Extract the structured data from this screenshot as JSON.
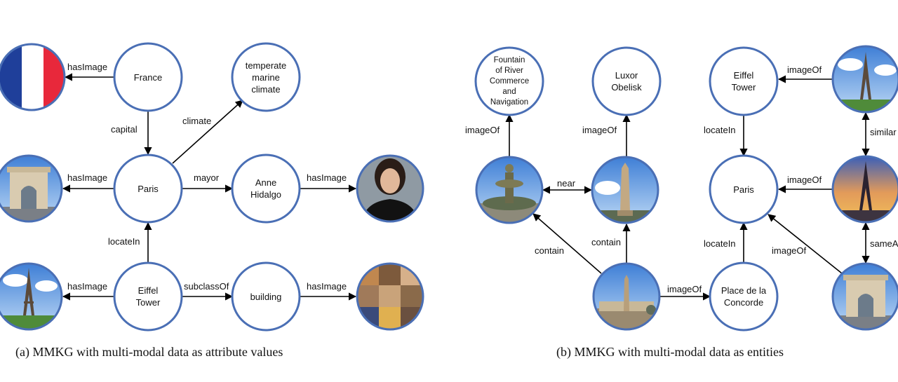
{
  "panel_a": {
    "caption": "(a) MMKG with multi-modal data as attribute values",
    "nodes": {
      "france": [
        "France"
      ],
      "climate": [
        "temperate",
        "marine",
        "climate"
      ],
      "paris": [
        "Paris"
      ],
      "anne": [
        "Anne",
        "Hidalgo"
      ],
      "eiffel": [
        "Eiffel",
        "Tower"
      ],
      "building": [
        "building"
      ]
    },
    "images": {
      "flag": "french-flag",
      "arc": "arc-de-triomphe-photo",
      "anne_photo": "portrait-photo",
      "eiffel_photo": "eiffel-tower-photo",
      "collage": "building-collage-photo"
    },
    "edges": {
      "france_flag": "hasImage",
      "france_paris": "capital",
      "paris_climate": "climate",
      "paris_arc": "hasImage",
      "paris_anne": "mayor",
      "anne_photo": "hasImage",
      "eiffel_paris": "locateIn",
      "eiffel_photo": "hasImage",
      "eiffel_building": "subclassOf",
      "building_collage": "hasImage"
    }
  },
  "panel_b": {
    "caption": "(b) MMKG with multi-modal data as entities",
    "nodes": {
      "fountain": [
        "Fountain",
        "of River",
        "Commerce",
        "and",
        "Navigation"
      ],
      "luxor": [
        "Luxor",
        "Obelisk"
      ],
      "eiffel": [
        "Eiffel",
        "Tower"
      ],
      "paris": [
        "Paris"
      ],
      "concorde": [
        "Place de la",
        "Concorde"
      ]
    },
    "images": {
      "fountain_img": "fountain-photo",
      "obelisk_img": "obelisk-photo",
      "concorde_img": "concorde-square-photo",
      "eiffel_img1": "eiffel-tower-day-photo",
      "eiffel_img2": "eiffel-tower-sunset-photo",
      "arc_img": "arc-de-triomphe-photo"
    },
    "edges": {
      "fountain_img_fountain": "imageOf",
      "obelisk_img_luxor": "imageOf",
      "near": "near",
      "concorde_fountain": "contain",
      "concorde_obelisk": "contain",
      "concorde_img_concorde": "imageOf",
      "concorde_paris": "locateIn",
      "eiffel_paris": "locateIn",
      "eiffel_img1_eiffel": "imageOf",
      "eiffel_img2_paris": "imageOf",
      "arc_paris": "imageOf",
      "similar": "similar",
      "sameAs": "sameA"
    }
  },
  "colors": {
    "node_stroke": "#4a6fb5",
    "edge": "#000000"
  }
}
